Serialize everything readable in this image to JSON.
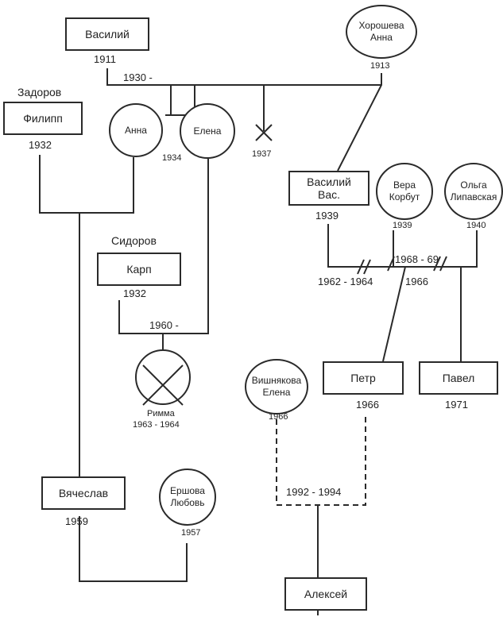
{
  "people": {
    "vasiliy": {
      "name": "Василий",
      "year": "1911"
    },
    "khorosheva": {
      "name_line1": "Хорошева",
      "name_line2": "Анна",
      "year": "1913"
    },
    "filipp": {
      "surname": "Задоров",
      "name": "Филипп",
      "year": "1932"
    },
    "anna": {
      "name": "Анна"
    },
    "elena": {
      "name": "Елена"
    },
    "vasiliy_vas": {
      "name_line1": "Василий",
      "name_line2": "Вас.",
      "year": "1939"
    },
    "vera": {
      "name_line1": "Вера",
      "name_line2": "Корбут",
      "year": "1939"
    },
    "olga": {
      "name_line1": "Ольга",
      "name_line2": "Липавская",
      "year": "1940"
    },
    "karp": {
      "surname": "Сидоров",
      "name": "Карп",
      "year": "1932"
    },
    "rimma": {
      "name": "Римма",
      "years": "1963 - 1964"
    },
    "vishnyakova": {
      "name_line1": "Вишнякова",
      "name_line2": "Елена",
      "year": "1966"
    },
    "petr": {
      "name": "Петр",
      "year": "1966"
    },
    "pavel": {
      "name": "Павел",
      "year": "1971"
    },
    "vyacheslav": {
      "name": "Вячеслав",
      "year": "1959"
    },
    "ershova": {
      "name_line1": "Ершова",
      "name_line2": "Любовь",
      "year": "1957"
    },
    "aleksey": {
      "name": "Алексей"
    }
  },
  "dates": {
    "marriage_vasiliy": "1930 -",
    "anna_elena_birth": "1934",
    "died_child": "1937",
    "marriage_vera": "1968 - 69",
    "marriage_khorosheva_sep": "1962 - 1964",
    "marriage_olga": "1966",
    "marriage_karp": "1960 -",
    "marriage_vishnyakova": "1992 - 1994"
  },
  "colors": {
    "line": "#2a2a2a",
    "background": "#ffffff"
  }
}
